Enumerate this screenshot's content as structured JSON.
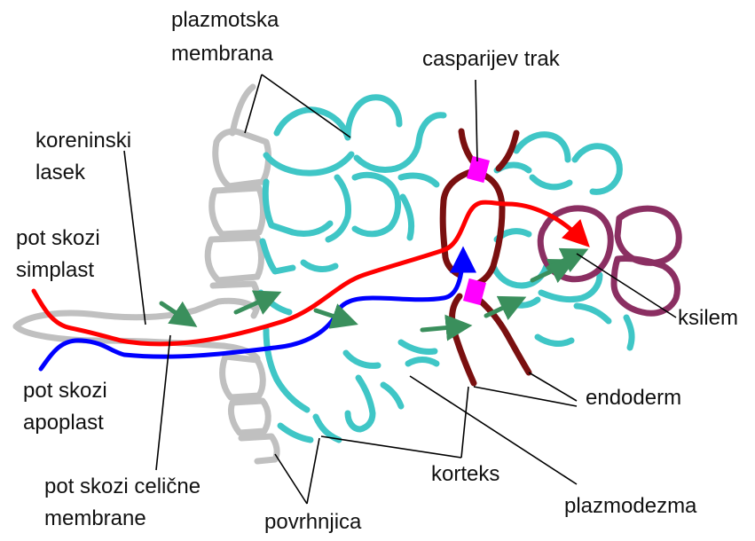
{
  "labels": {
    "plasma_membrane_1": "plazmotska",
    "plasma_membrane_2": "membrana",
    "casparian_strip": "casparijev trak",
    "root_hair_1": "koreninski",
    "root_hair_2": "lasek",
    "symplast_1": "pot skozi",
    "symplast_2": "simplast",
    "apoplast_1": "pot skozi",
    "apoplast_2": "apoplast",
    "transmembrane_1": "pot skozi celične",
    "transmembrane_2": "membrane",
    "epidermis": "povrhnjica",
    "cortex": "korteks",
    "plasmodesma": "plazmodezma",
    "endodermis": "endoderm",
    "xylem": "ksilem"
  },
  "colors": {
    "epidermis": "#c0c0c0",
    "cortex": "#3fc6c6",
    "endodermis": "#7a1010",
    "casparian_strip": "#ff00ff",
    "xylem": "#8b2f62",
    "symplast_path": "#ff0000",
    "apoplast_path": "#0000ff",
    "transmembrane_arrows": "#3a8f5c",
    "leader_lines": "#000000"
  }
}
